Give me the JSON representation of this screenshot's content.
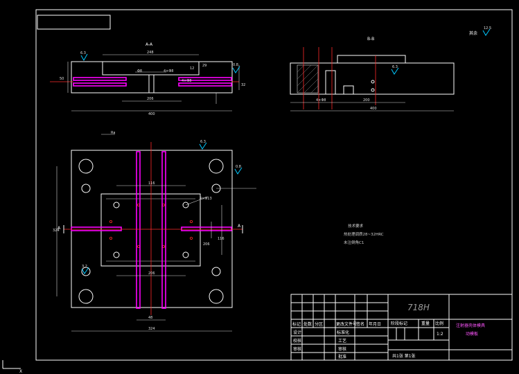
{
  "section_labels": {
    "aa": "A-A",
    "bb": "B-B",
    "a_left": "A",
    "a_right": "A"
  },
  "roughness": {
    "general": "12.5",
    "symbol": "其余"
  },
  "tech_notes": {
    "title": "技术要求",
    "line1": "热处理调质28~32HRC",
    "line2": "未注倒角C1"
  },
  "dims": {
    "aa_top": "248",
    "aa_mid": "206",
    "aa_bottom": "400",
    "bb_right": "200",
    "bb_total": "400",
    "plan_top": "116",
    "plan_mid": "206",
    "plan_bottom": "48",
    "plan_total": "324",
    "plan_left": "324",
    "plan_right": "116",
    "plan_inner": "206"
  },
  "title_block": {
    "material": "718H",
    "part_name_l1": "注射器壳体模具",
    "part_name_l2": "动模板",
    "scale_value": "1:2",
    "sheet_text": "共1张 第1张",
    "header_labels": [
      "标记",
      "处数",
      "分区",
      "更改文件号",
      "签名",
      "年月日"
    ],
    "right_labels": [
      "阶段标记",
      "重量",
      "比例"
    ],
    "row_labels": [
      "设计",
      "校核",
      "审核"
    ],
    "row_labels2": [
      "标准化",
      "工艺",
      "审核",
      "批准"
    ]
  },
  "colors": {
    "background": "#000000",
    "line": "#ffffff",
    "cooling": "#ff00ff",
    "center": "#ff2a2a",
    "symbol": "#00c8ff"
  }
}
